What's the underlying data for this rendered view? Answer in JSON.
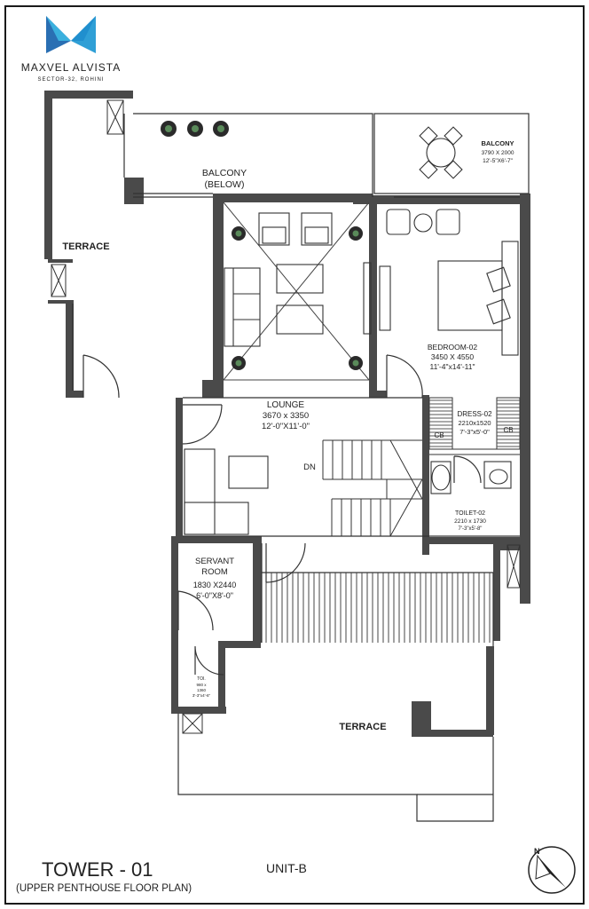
{
  "brand": {
    "name": "MAXVEL ALVISTA",
    "tagline": "SECTOR-32, ROHINI",
    "logo_colors": [
      "#2f9fd6",
      "#2a6fb3",
      "#3fc0e8"
    ]
  },
  "title": {
    "tower": "TOWER - 01",
    "subtitle": "(UPPER PENTHOUSE FLOOR PLAN)",
    "unit": "UNIT-B"
  },
  "rooms": {
    "terrace_top": {
      "name": "TERRACE"
    },
    "balcony_below": {
      "name": "BALCONY",
      "sub": "(BELOW)"
    },
    "balcony_right": {
      "name": "BALCONY",
      "dim_mm": "3790 X 2000",
      "dim_ft": "12'-5\"X6'-7\""
    },
    "bedroom": {
      "name": "BEDROOM-02",
      "dim_mm": "3450 X 4550",
      "dim_ft": "11'-4\"x14'-11\""
    },
    "lounge": {
      "name": "LOUNGE",
      "dim_mm": "3670 x 3350",
      "dim_ft": "12'-0\"X11'-0\""
    },
    "dress": {
      "name": "DRESS-02",
      "dim_mm": "2210x1520",
      "dim_ft": "7'-3\"x5'-0\""
    },
    "toilet": {
      "name": "TOILET-02",
      "dim_mm": "2210 x 1730",
      "dim_ft": "7'-3\"x5'-8\""
    },
    "servant": {
      "name": "SERVANT",
      "name2": "ROOM",
      "dim_mm": "1830 X2440",
      "dim_ft": "6'-0\"X8'-0\""
    },
    "servant_toilet": {
      "name": "TOI.",
      "dim_mm": "980 x",
      "dim_mm2": "1360",
      "dim_ft": "3'-3\"x4'-6\""
    },
    "terrace_bottom": {
      "name": "TERRACE"
    }
  },
  "labels": {
    "cb_left": "CB",
    "cb_right": "CB",
    "stair_dn": "DN"
  },
  "colors": {
    "wall": "#4a4a4a",
    "line": "#333333",
    "frame": "#1a1a1a"
  }
}
